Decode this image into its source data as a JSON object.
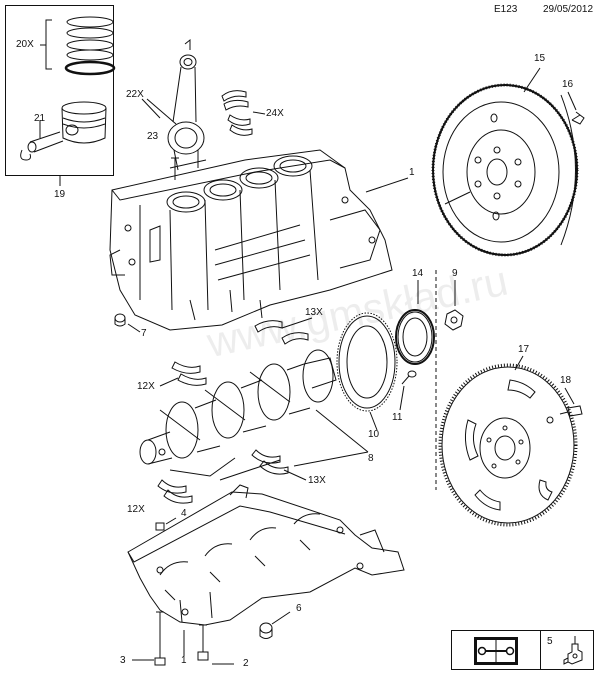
{
  "header": {
    "code": "E123",
    "date": "29/05/2012"
  },
  "watermark": "www.gmskład.ru",
  "callouts": {
    "c20x": "20X",
    "c21": "21",
    "c19": "19",
    "c22x": "22X",
    "c23": "23",
    "c24x": "24X",
    "c1": "1",
    "c15": "15",
    "c16": "16",
    "c14": "14",
    "c9": "9",
    "c13x_top": "13X",
    "c7": "7",
    "c12x_top": "12X",
    "c11": "11",
    "c10": "10",
    "c8": "8",
    "c13x_bottom": "13X",
    "c17": "17",
    "c18": "18",
    "c12x_bottom": "12X",
    "c4": "4",
    "c6": "6",
    "c3": "3",
    "c1_bottom": "1",
    "c2": "2",
    "c5": "5"
  },
  "legend": {
    "tool_icon": "wrench-book-icon",
    "number": "5",
    "part_icon": "sensor-part-icon"
  }
}
